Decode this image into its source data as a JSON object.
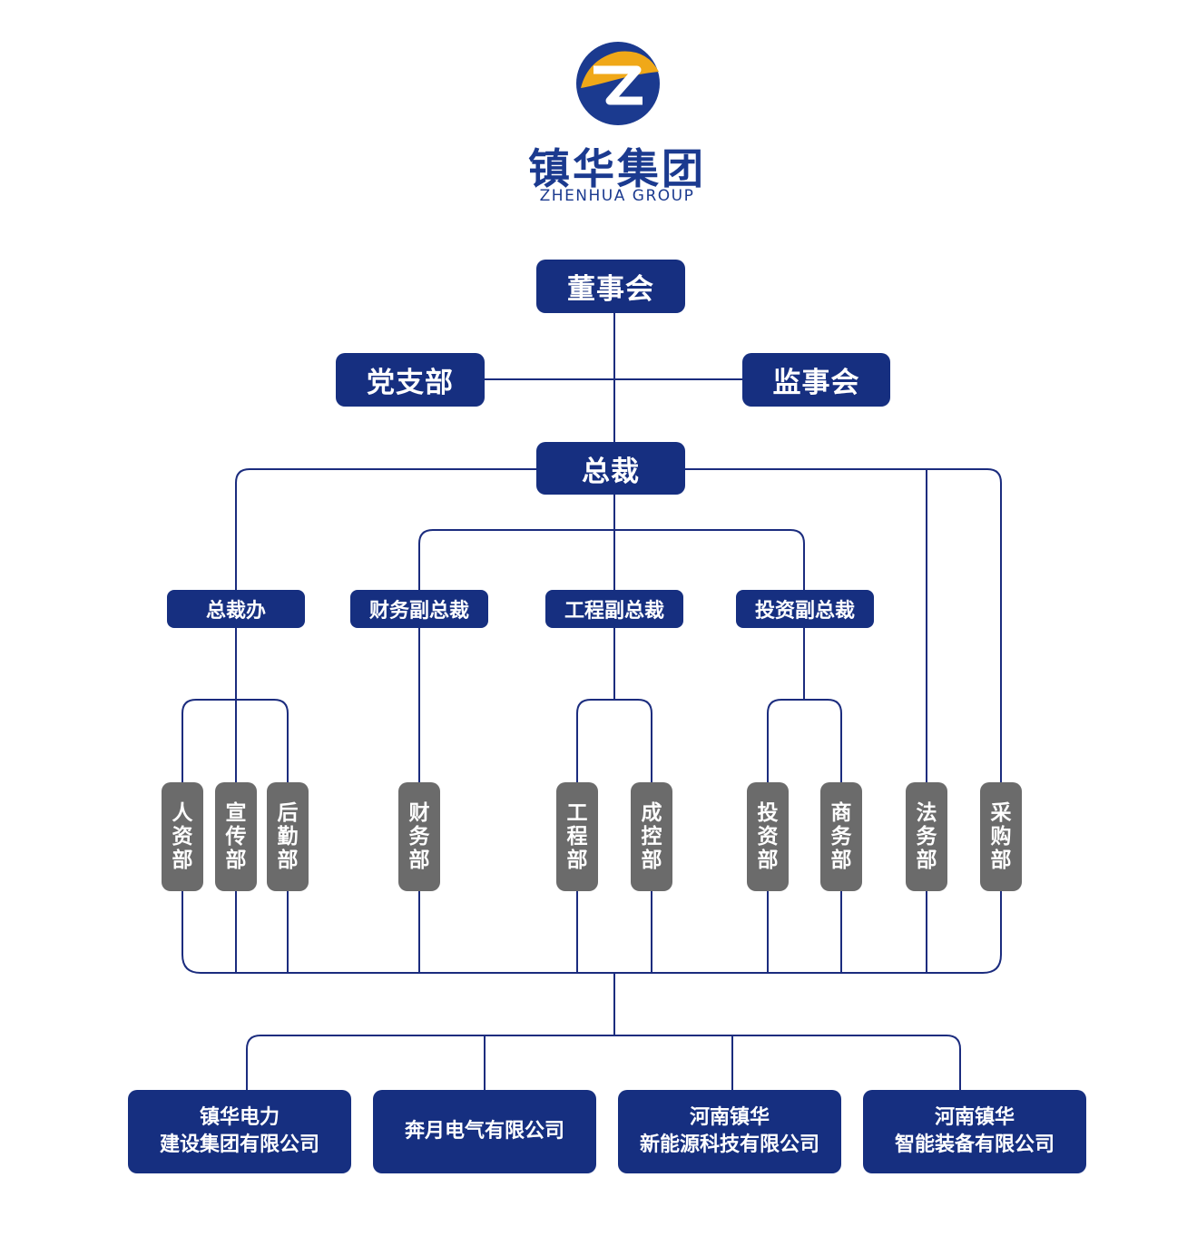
{
  "logo": {
    "name_cn": "镇华集团",
    "name_en": "ZHENHUA GROUP",
    "brand_blue": "#1b3a8f",
    "brand_gold": "#f0a818"
  },
  "colors": {
    "node_blue": "#162f80",
    "node_gray": "#6b6b6b",
    "line": "#1b2c7e"
  },
  "top": {
    "board": "董事会",
    "party_branch": "党支部",
    "supervisory_board": "监事会",
    "president": "总裁"
  },
  "vps": {
    "president_office": "总裁办",
    "finance_vp": "财务副总裁",
    "engineering_vp": "工程副总裁",
    "investment_vp": "投资副总裁"
  },
  "departments": {
    "hr": "人资部",
    "publicity": "宣传部",
    "logistics": "后勤部",
    "finance": "财务部",
    "engineering": "工程部",
    "cost_control": "成控部",
    "investment": "投资部",
    "business": "商务部",
    "legal": "法务部",
    "procurement": "采购部"
  },
  "companies": {
    "c1": {
      "line1": "镇华电力",
      "line2": "建设集团有限公司"
    },
    "c2": {
      "line1": "奔月电气有限公司"
    },
    "c3": {
      "line1": "河南镇华",
      "line2": "新能源科技有限公司"
    },
    "c4": {
      "line1": "河南镇华",
      "line2": "智能装备有限公司"
    }
  }
}
